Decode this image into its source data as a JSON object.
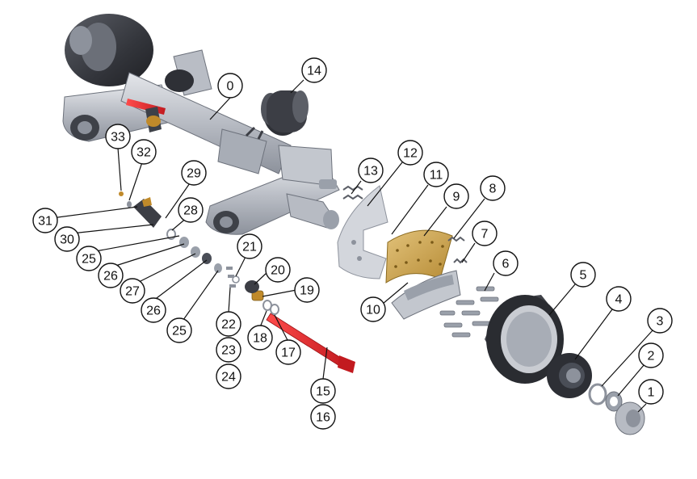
{
  "figure": {
    "callouts": [
      "0",
      "1",
      "2",
      "3",
      "4",
      "5",
      "6",
      "7",
      "8",
      "9",
      "10",
      "11",
      "12",
      "13",
      "14",
      "15",
      "16",
      "17",
      "18",
      "19",
      "20",
      "21",
      "22",
      "23",
      "24",
      "25",
      "26",
      "27",
      "28",
      "29",
      "30",
      "31",
      "32",
      "33"
    ]
  },
  "colors": {
    "metal_light": "#c9ccd2",
    "metal_mid": "#9aa0aa",
    "metal_dark": "#4a4e57",
    "drum": "#3a3c42",
    "lining": "#c9a24a",
    "lever_red": "#e0262b",
    "brass": "#c08a2a"
  }
}
